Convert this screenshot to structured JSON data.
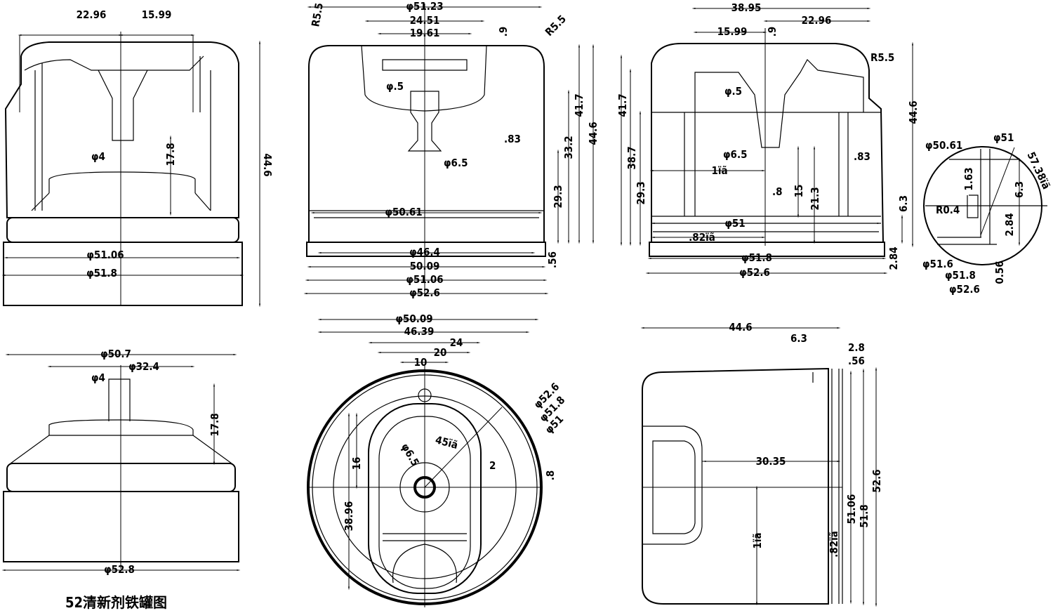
{
  "title": "52清新剂铁罐图",
  "view_top_left": {
    "w1": "22.96",
    "w2": "15.99",
    "h_total": "44.6",
    "h_stem": "17.8",
    "d_stem": "φ4",
    "d_ring": "φ51.06",
    "d_base": "φ51.8"
  },
  "view_top_mid": {
    "d_top": "φ51.23",
    "w1": "24.51",
    "w2": "19.61",
    "gap": ".9",
    "r_left": "R5.5",
    "r_right": "R5.5",
    "d_hole": "φ.5",
    "wall": ".83",
    "h1": "41.7",
    "h2": "44.6",
    "h3": "33.2",
    "h4": "29.3",
    "d_nozzle": "φ6.5",
    "d_inner": "φ50.61",
    "d_46": "φ46.4",
    "w_50": "50.09",
    "d_51": "φ51.06",
    "d_52": "φ52.6",
    "lip": ".56"
  },
  "view_top_right": {
    "w_total": "38.95",
    "w_right": "22.96",
    "w_left": "15.99",
    "gap": ".9",
    "radius": "R5.5",
    "d_hole": "φ.5",
    "d_nozzle": "φ6.5",
    "wall": ".83",
    "h1": "41.7",
    "h2": "38.7",
    "h3": "29.3",
    "angle1": "1ïã",
    "tube": ".8",
    "h15": "15",
    "h21": "21.3",
    "h_total": "44.6",
    "h_lip": "6.3",
    "d_51": "φ51",
    "angle2": ".82ïã",
    "d_51_8": "φ51.8",
    "d_52_6": "φ52.6",
    "h_284": "2.84"
  },
  "detail": {
    "d_50_61": "φ50.61",
    "d_51": "φ51",
    "angle": "57.38ïã",
    "h_163": "1.63",
    "h_63": "6.3",
    "radius": "R0.4",
    "h_284": "2.84",
    "d_51_6": "φ51.6",
    "d_51_8": "φ51.8",
    "d_52_6": "φ52.6",
    "h_056": "0.56"
  },
  "view_bottom_left": {
    "d_50_7": "φ50.7",
    "d_32_4": "φ32.4",
    "d_stem": "φ4",
    "h_stem": "17.8",
    "d_52_8": "φ52.8"
  },
  "view_bottom_mid": {
    "d_50_09": "φ50.09",
    "w_46_39": "46.39",
    "w_24": "24",
    "w_20": "20",
    "w_10": "10",
    "d_52_6": "φ52.6",
    "d_51_8": "φ51.8",
    "d_51": "φ51",
    "angle": "45ïã",
    "d_nozzle": "φ6.5",
    "w_2": "2",
    "h_16": "16",
    "h_38_96": "38.96",
    "gap": ".8"
  },
  "view_bottom_right": {
    "h_44_6": "44.6",
    "w_6_3": "6.3",
    "w_2_8": "2.8",
    "w_056": ".56",
    "w_30_35": "30.35",
    "angle1": "1ïã",
    "angle2": ".82ïã",
    "d_51_06": "51.06",
    "d_51_8": "51.8",
    "d_52_6": "52.6"
  }
}
